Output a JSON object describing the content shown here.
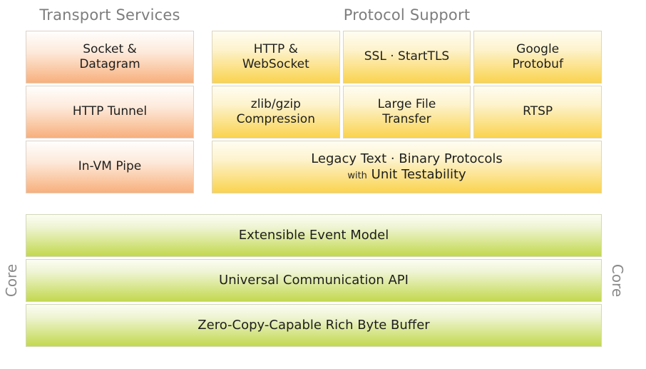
{
  "headers": {
    "transport": "Transport Services",
    "protocol": "Protocol Support"
  },
  "transport": {
    "boxes": [
      {
        "label": "Socket &\nDatagram"
      },
      {
        "label": "HTTP Tunnel"
      },
      {
        "label": "In-VM Pipe"
      }
    ]
  },
  "protocol": {
    "boxes": [
      {
        "label": "HTTP &\nWebSocket"
      },
      {
        "label": "SSL · StartTLS"
      },
      {
        "label": "Google\nProtobuf"
      },
      {
        "label": "zlib/gzip\nCompression"
      },
      {
        "label": "Large File\nTransfer"
      },
      {
        "label": "RTSP"
      }
    ],
    "legacy": {
      "line1": "Legacy Text · Binary Protocols",
      "prefix": "with",
      "line2": "Unit Testability"
    }
  },
  "core": {
    "label_left": "Core",
    "label_right": "Core",
    "rows": [
      {
        "label": "Extensible Event Model"
      },
      {
        "label": "Universal Communication API"
      },
      {
        "label": "Zero-Copy-Capable Rich Byte Buffer"
      }
    ]
  },
  "colors": {
    "orange_bottom": "#f7b07c",
    "yellow_bottom": "#fad34f",
    "green_bottom": "#c3d84e",
    "header_text": "#7d7d7d",
    "box_text": "#1e1e1e"
  }
}
